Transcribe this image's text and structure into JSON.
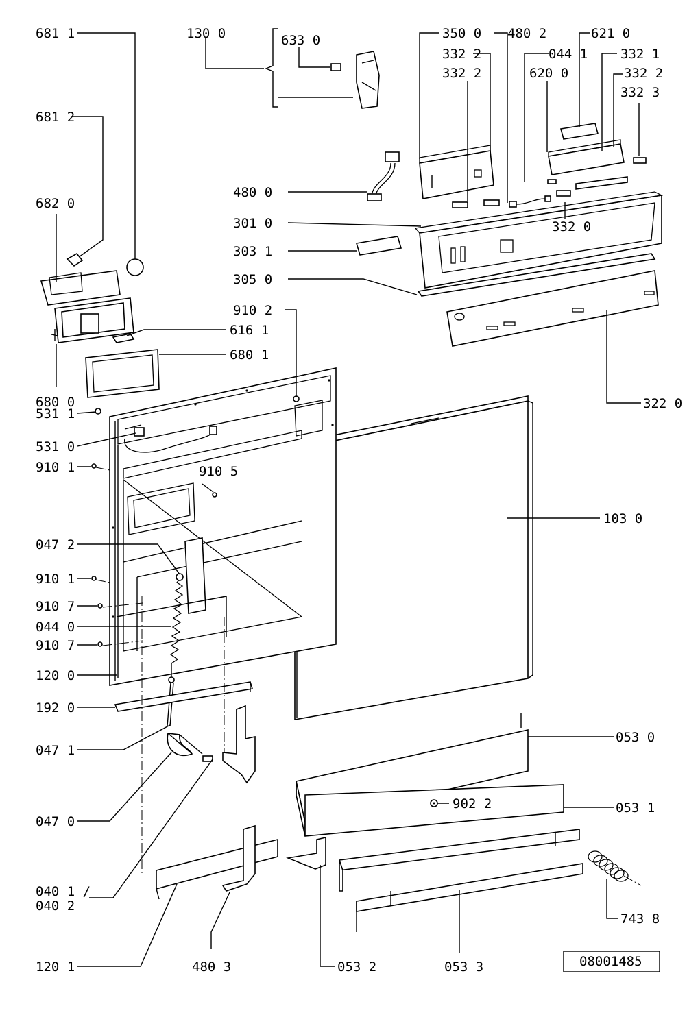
{
  "drawing_number": "08001485",
  "labels": {
    "l6811": "681 1",
    "l1300": "130 0",
    "l6330": "633 0",
    "l3500": "350 0",
    "l4802": "480 2",
    "l6210": "621 0",
    "l3322a": "332 2",
    "l0441": "044 1",
    "l3321": "332 1",
    "l3322b": "332 2",
    "l6200": "620 0",
    "l3322c": "332 2",
    "l3323": "332 3",
    "l6812": "681 2",
    "l4800": "480 0",
    "l6820": "682 0",
    "l3010": "301 0",
    "l3320": "332 0",
    "l3031": "303 1",
    "l3050": "305 0",
    "l9102": "910 2",
    "l6161": "616 1",
    "l6801": "680 1",
    "l6800": "680 0",
    "l3220": "322 0",
    "l5311": "531 1",
    "l5310": "531 0",
    "l9101a": "910 1",
    "l9105": "910 5",
    "l1030": "103 0",
    "l0472": "047 2",
    "l9101b": "910 1",
    "l9107a": "910 7",
    "l0440": "044 0",
    "l9107b": "910 7",
    "l1200": "120 0",
    "l1920": "192 0",
    "l0471": "047 1",
    "l0530": "053 0",
    "l0470": "047 0",
    "l9022": "902 2",
    "l0531": "053 1",
    "l0401": "040 1 /",
    "l0402": "040 2",
    "l7438": "743 8",
    "l1201": "120 1",
    "l4803": "480 3",
    "l0532": "053 2",
    "l0533": "053 3"
  }
}
